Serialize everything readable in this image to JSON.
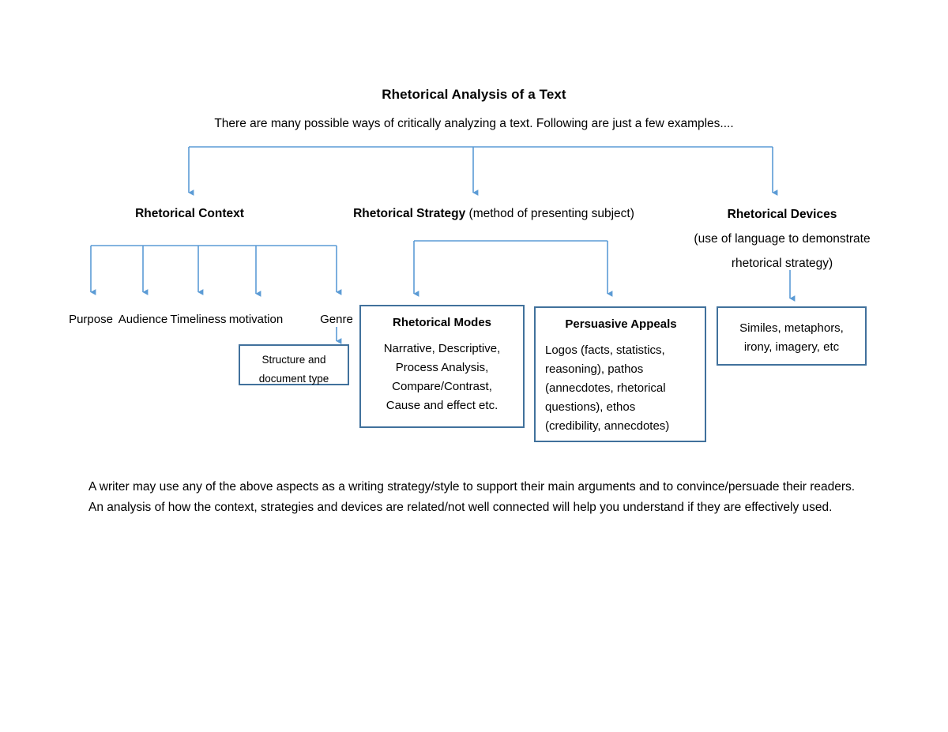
{
  "page": {
    "title": "Rhetorical Analysis of a Text",
    "subtitle": "There are many possible ways of critically analyzing a text. Following are just a few examples....",
    "footer_note": "A writer may use any of the above aspects as a writing strategy/style to support their main arguments and to convince/persuade their readers. An analysis of how the context, strategies and devices are related/not well connected will help you understand if they are effectively used."
  },
  "colors": {
    "connector": "#5B9BD5",
    "box_border": "#41719C",
    "text": "#000000",
    "background": "#FFFFFF"
  },
  "branches": {
    "context": {
      "label": "Rhetorical Context",
      "leaves": [
        {
          "label": "Purpose"
        },
        {
          "label": "Audience"
        },
        {
          "label": "Timeliness"
        },
        {
          "label": "motivation"
        },
        {
          "label": "Genre"
        }
      ],
      "genre_box": {
        "line1": "Structure and",
        "line2": "document type"
      }
    },
    "strategy": {
      "label_bold": "Rhetorical Strategy",
      "label_regular": "(method of presenting subject)",
      "boxes": [
        {
          "title": "Rhetorical Modes",
          "body_lines": [
            "Narrative, Descriptive,",
            "Process Analysis,",
            "Compare/Contrast,",
            "Cause and effect etc."
          ],
          "align": "center"
        },
        {
          "title": "Persuasive Appeals",
          "body_lines": [
            "Logos (facts, statistics,",
            "reasoning), pathos",
            "(annecdotes, rhetorical",
            "questions), ethos",
            "(credibility, annecdotes)"
          ],
          "align": "left"
        }
      ]
    },
    "devices": {
      "label_bold": "Rhetorical Devices",
      "label_line2": "(use of language to demonstrate",
      "label_line3": "rhetorical strategy)",
      "box": {
        "line1": "Similes, metaphors,",
        "line2": "irony, imagery, etc"
      }
    }
  },
  "chart_data": {
    "type": "diagram",
    "orientation": "top-down-tree",
    "root": "Rhetorical Analysis of a Text",
    "levels": 3,
    "nodes": [
      {
        "id": "root",
        "label": "Rhetorical Analysis of a Text",
        "level": 0
      },
      {
        "id": "context",
        "label": "Rhetorical Context",
        "level": 1,
        "parent": "root"
      },
      {
        "id": "strategy",
        "label": "Rhetorical Strategy (method of presenting subject)",
        "level": 1,
        "parent": "root"
      },
      {
        "id": "devices",
        "label": "Rhetorical Devices (use of language to demonstrate rhetorical strategy)",
        "level": 1,
        "parent": "root"
      },
      {
        "id": "purpose",
        "label": "Purpose",
        "level": 2,
        "parent": "context"
      },
      {
        "id": "audience",
        "label": "Audience",
        "level": 2,
        "parent": "context"
      },
      {
        "id": "timeliness",
        "label": "Timeliness",
        "level": 2,
        "parent": "context"
      },
      {
        "id": "motivation",
        "label": "motivation",
        "level": 2,
        "parent": "context"
      },
      {
        "id": "genre",
        "label": "Genre",
        "level": 2,
        "parent": "context"
      },
      {
        "id": "genre-detail",
        "label": "Structure and document type",
        "level": 3,
        "parent": "genre"
      },
      {
        "id": "modes",
        "label": "Rhetorical Modes",
        "level": 2,
        "parent": "strategy"
      },
      {
        "id": "appeals",
        "label": "Persuasive Appeals",
        "level": 2,
        "parent": "strategy"
      },
      {
        "id": "devices-detail",
        "label": "Similes, metaphors, irony, imagery, etc",
        "level": 2,
        "parent": "devices"
      }
    ]
  }
}
